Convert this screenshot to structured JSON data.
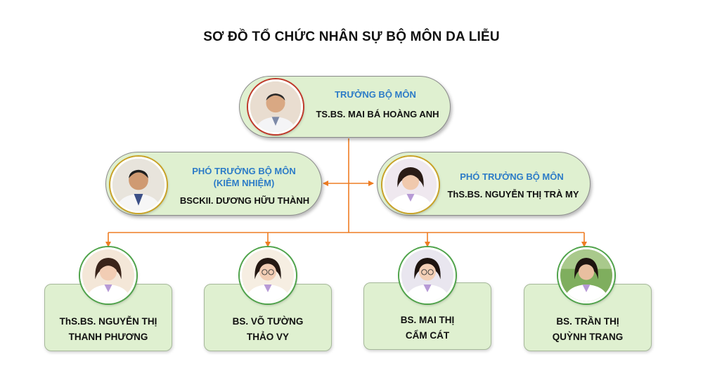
{
  "title": "SƠ ĐỒ TỔ CHỨC NHÂN SỰ BỘ MÔN DA LIỄU",
  "head": {
    "role": "TRƯỞNG BỘ MÔN",
    "name": "TS.BS. MAI BÁ HOÀNG ANH"
  },
  "deputies": [
    {
      "role_line1": "PHÓ TRƯỞNG BỘ MÔN",
      "role_line2": "(KIÊM NHIỆM)",
      "name": "BSCKII. DƯƠNG HỮU THÀNH"
    },
    {
      "role_line1": "PHÓ TRƯỞNG BỘ MÔN",
      "name": "ThS.BS. NGUYỄN THỊ TRÀ MY"
    }
  ],
  "staff": [
    {
      "line1": "ThS.BS. NGUYỄN THỊ",
      "line2": "THANH PHƯƠNG"
    },
    {
      "line1": "BS. VÕ TƯỜNG",
      "line2": "THẢO VY"
    },
    {
      "line1": "BS. MAI THỊ",
      "line2": "CẨM CÁT"
    },
    {
      "line1": "BS. TRẦN THỊ",
      "line2": "QUỲNH TRANG"
    }
  ],
  "colors": {
    "connector": "#ee7d23",
    "box_fill": "#dff0d0",
    "role_text": "#2d7cc7"
  }
}
